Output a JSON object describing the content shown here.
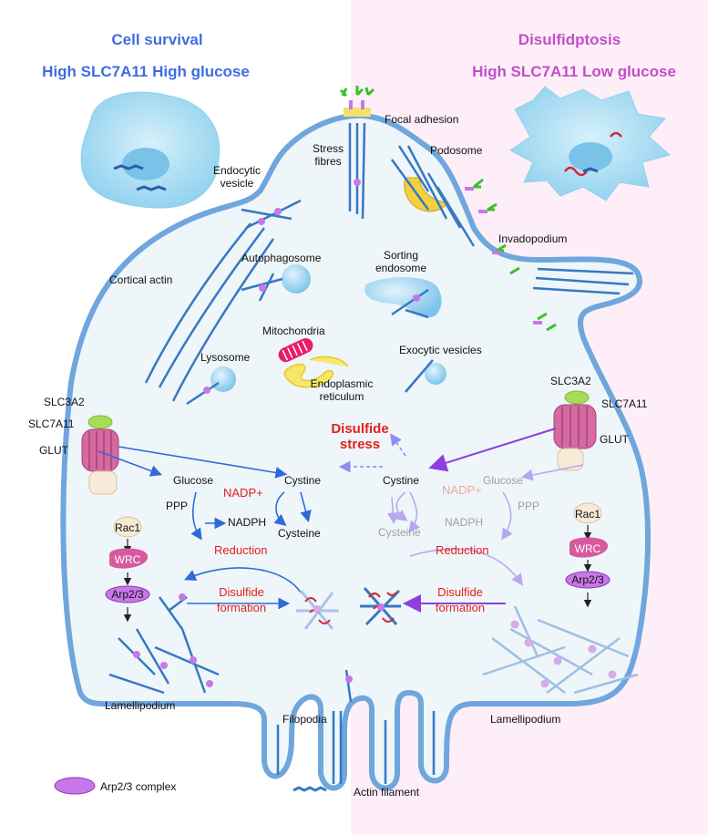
{
  "headers": {
    "left_title": "Cell survival",
    "left_subtitle": "High SLC7A11  High glucose",
    "right_title": "Disulfidptosis",
    "right_subtitle": "High SLC7A11  Low glucose"
  },
  "colors": {
    "left_header": "#3f6de0",
    "right_header": "#c24fc9",
    "membrane": "#6fa6dc",
    "cytoplasm": "#eef6f9",
    "actin": "#3778c2",
    "arp23": "#c877e8",
    "disulfide_red": "#e2211c",
    "arrow_left": "#2f6bd6",
    "arrow_right": "#b9a6f0"
  },
  "structures": {
    "focal_adhesion": "Focal adhesion",
    "stress_fibres": [
      "Stress",
      "fibres"
    ],
    "podosome": "Podosome",
    "endocytic_vesicle": [
      "Endocytic",
      "vesicle"
    ],
    "invadopodium": "Invadopodium",
    "cortical_actin": "Cortical actin",
    "autophagosome": "Autophagosome",
    "sorting_endosome": [
      "Sorting",
      "endosome"
    ],
    "mitochondria": "Mitochondria",
    "lysosome": "Lysosome",
    "exocytic_vesicles": "Exocytic vesicles",
    "endoplasmic_reticulum": [
      "Endoplasmic",
      "reticulum"
    ],
    "lamellipodium_left": "Lamellipodium",
    "filopodia": "Filopodia",
    "lamellipodium_right": "Lamellipodium"
  },
  "left": {
    "slc3a2": "SLC3A2",
    "slc7a11": "SLC7A11",
    "glut": "GLUT",
    "glucose": "Glucose",
    "cystine": "Cystine",
    "ppp": "PPP",
    "nadp_plus": "NADP+",
    "nadph": "NADPH",
    "cysteine": "Cysteine",
    "reduction": "Reduction",
    "disulfide_formation": [
      "Disulfide",
      "formation"
    ],
    "rac1": "Rac1",
    "wrc": "WRC",
    "arp23": "Arp2/3"
  },
  "right": {
    "slc3a2": "SLC3A2",
    "slc7a11": "SLC7A11",
    "glut": "GLUT",
    "disulfide_stress": [
      "Disulfide",
      "stress"
    ],
    "cystine": "Cystine",
    "glucose": "Glucose",
    "nadp_plus": "NADP+",
    "ppp": "PPP",
    "cysteine": "Cysteine",
    "nadph": "NADPH",
    "reduction": "Reduction",
    "disulfide_formation": [
      "Disulfide",
      "formation"
    ],
    "rac1": "Rac1",
    "wrc": "WRC",
    "arp23": "Arp2/3"
  },
  "legend": {
    "arp23_complex": "Arp2/3 complex",
    "actin_filament": "Actin filament"
  }
}
